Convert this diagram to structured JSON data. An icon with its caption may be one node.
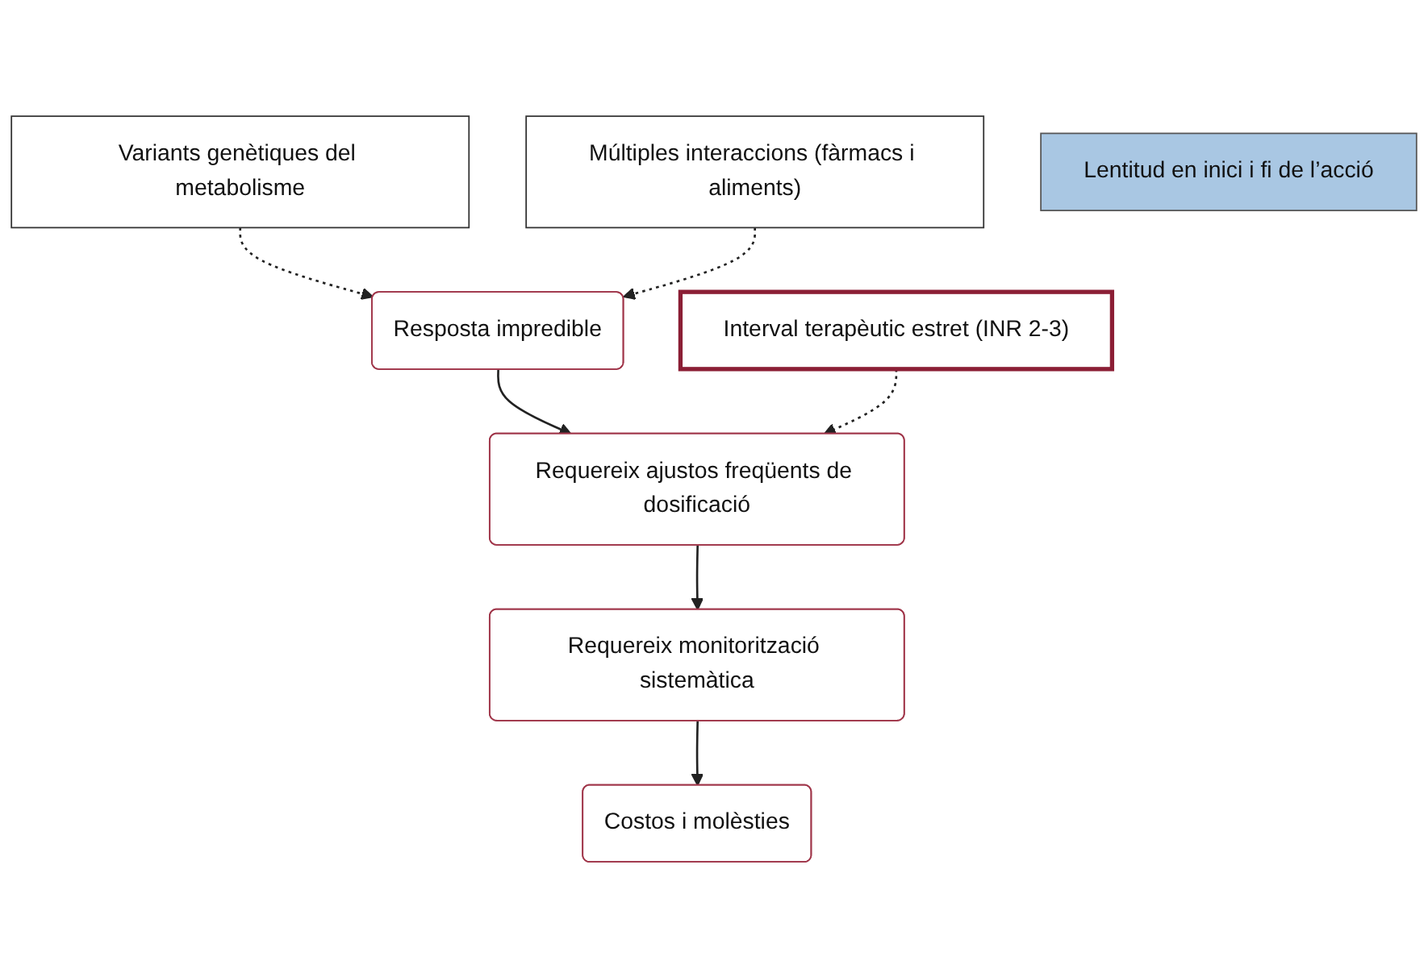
{
  "diagram": {
    "nodes": [
      {
        "text": [
          "Variants genètiques del metabolisme"
        ]
      },
      {
        "text": [
          "Múltiples interaccions (fàrmacs i aliments)"
        ]
      },
      {
        "text": [
          "Lentitud en inici i fi de l’acció"
        ]
      },
      {
        "text": [
          "Resposta impredible"
        ]
      },
      {
        "text": [
          "Interval terapèutic estret (INR 2-3)"
        ]
      },
      {
        "text": [
          "Requereix ajustos freqüents de dosificació"
        ]
      },
      {
        "text": [
          "Requereix monitorització sistemàtica"
        ]
      },
      {
        "text": [
          "Costos i molèsties"
        ]
      }
    ],
    "edges": [
      {
        "from": 0,
        "to": 3,
        "arrow": "to",
        "style": "dashed"
      },
      {
        "from": 1,
        "to": 3,
        "arrow": "to",
        "style": "dashed"
      },
      {
        "from": 3,
        "to": 5,
        "arrow": "to"
      },
      {
        "from": 4,
        "to": 5,
        "arrow": "to",
        "style": "dashed"
      },
      {
        "from": 5,
        "to": 6,
        "arrow": "to"
      },
      {
        "from": 6,
        "to": 7,
        "arrow": "to"
      }
    ]
  }
}
